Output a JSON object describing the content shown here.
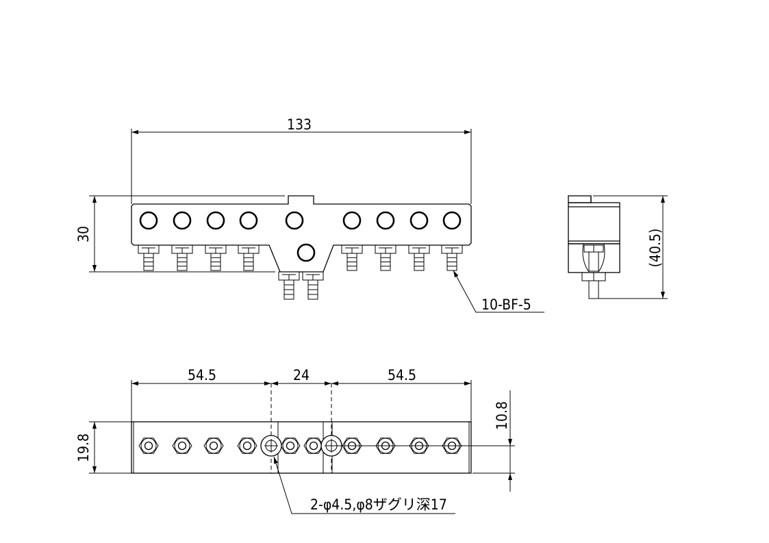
{
  "front_view": {
    "width_dim": "133",
    "height_dim": "30",
    "fitting_callout": "10-BF-5",
    "port_count_top": 9,
    "fitting_count": 10
  },
  "side_view": {
    "height_dim": "(40.5)"
  },
  "top_view": {
    "dim_left": "54.5",
    "dim_center": "24",
    "dim_right": "54.5",
    "depth_dim": "19.8",
    "hole_offset_dim": "10.8",
    "hole_callout": "2-φ4.5,φ8ザグリ深17"
  },
  "colors": {
    "line": "#000000",
    "background": "#ffffff"
  }
}
